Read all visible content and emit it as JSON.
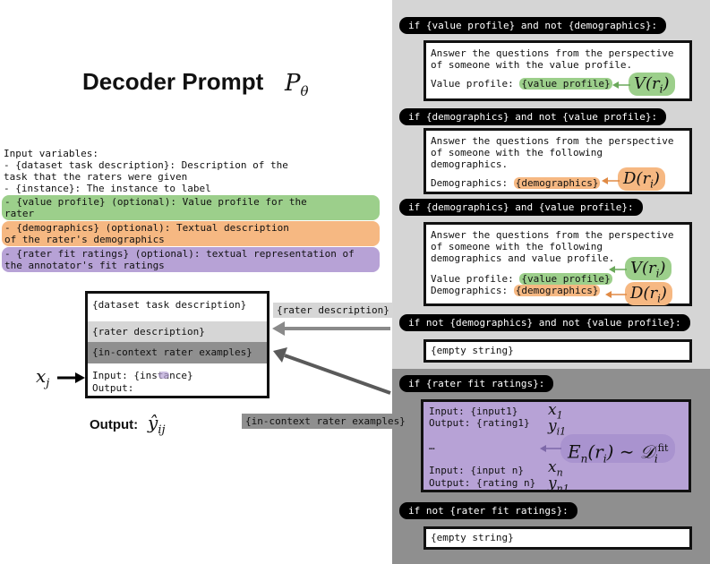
{
  "title": "Decoder Prompt",
  "title_math": "Pθ",
  "input_variables": [
    "Input variables:",
    "- {dataset task description}: Description of the",
    "task that the raters were given",
    "- {instance}: The instance to label"
  ],
  "optional_variables": [
    {
      "lines": [
        "- {value profile} (optional): Value profile for the",
        "rater"
      ],
      "color": "#9ccf8b"
    },
    {
      "lines": [
        "- {demographics} (optional): Textual description",
        "of the rater's demographics"
      ],
      "color": "#f6b882"
    },
    {
      "lines": [
        "- {rater fit ratings} (optional): textual representation of",
        "the annotator's fit ratings"
      ],
      "color": "#b7a2d6"
    }
  ],
  "prompt_box": {
    "row1": "{dataset task description}",
    "row2": "{rater description}",
    "row3": "{in-context rater examples}",
    "row4a": "Input: {instance}",
    "row4b": "Output:"
  },
  "input_symbol": "xj",
  "output_label": "Output:",
  "output_symbol": "ŷij",
  "arrow_labels": {
    "rater_description": "{rater description}",
    "in_context": "{in-context rater examples}"
  },
  "conditions": {
    "vp_only": "if {value profile} and not {demographics}:",
    "demo_only": "if {demographics} and not {value profile}:",
    "both": "if {demographics} and {value profile}:",
    "neither": "if not {demographics} and not {value profile}:",
    "fit": "if {rater fit ratings}:",
    "no_fit": "if not {rater fit ratings}:"
  },
  "vp_box": {
    "line1": "Answer the questions from the perspective",
    "line2": "of someone with the value profile.",
    "label": "Value profile: ",
    "chip": "{value profile}",
    "math": "V(ri)"
  },
  "demo_box": {
    "line1": "Answer the questions from the perspective",
    "line2": "of someone with the following",
    "line3": "demographics.",
    "label": "Demographics: ",
    "chip": "{demographics}",
    "math": "D(ri)"
  },
  "both_box": {
    "line1": "Answer the questions from the perspective",
    "line2": "of someone with the following",
    "line3": "demographics and value profile.",
    "vp_label": "Value profile: ",
    "vp_chip": "{value profile}",
    "demo_label": "Demographics: ",
    "demo_chip": "{demographics}",
    "vp_math": "V(ri)",
    "demo_math": "D(ri)"
  },
  "empty_string": "{empty string}",
  "fit_box": {
    "input1": "Input: {input1}",
    "output1": "Output: {rating1}",
    "ellipsis": "…",
    "inputn": "Input: {input n}",
    "outputn": "Output: {rating n}",
    "x1": "x1",
    "yi1": "yi1",
    "xn": "xn",
    "yn1": "yn1",
    "dist": "En(ri) ~ Di^fit"
  },
  "colors": {
    "value_profile": "#9ccf8b",
    "demographics": "#f6b882",
    "fit_ratings": "#b7a2d6",
    "panel_light": "#d5d5d5",
    "panel_dark": "#8f8f8f"
  }
}
